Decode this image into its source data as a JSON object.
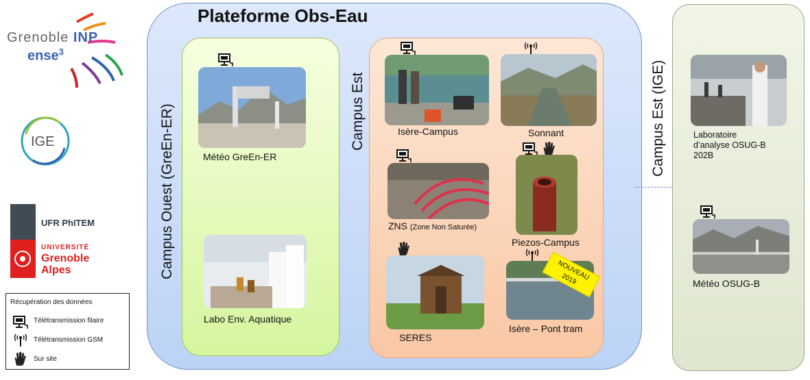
{
  "title": "Plateforme Obs-Eau",
  "logos": {
    "inp_line1": "Grenoble",
    "inp_line1b": "INP",
    "inp_line2": "ense",
    "inp_line2b": "3",
    "ige": "IGE",
    "ufr": "UFR PhITEM",
    "uga1": "UNIVERSITÉ",
    "uga2": "Grenoble",
    "uga3": "Alpes"
  },
  "groups": {
    "ouest": "Campus Ouest (GreEn-ER)",
    "est": "Campus Est",
    "ige": "Campus Est (IGE)"
  },
  "sites": {
    "meteo_green": "Météo GreEn-ER",
    "labo_env": "Labo Env. Aquatique",
    "isere_campus": "Isère-Campus",
    "sonnant": "Sonnant",
    "zns_main": "ZNS",
    "zns_sub": "(Zone Non Saturée)",
    "piezos": "Piezos-Campus",
    "seres": "SERES",
    "pont_tram": "Isère – Pont tram",
    "labo_osug_1": "Laboratoire",
    "labo_osug_2": "d’analyse OSUG-B",
    "labo_osug_3": "202B",
    "meteo_osug": "Météo OSUG-B"
  },
  "badge": {
    "line1": "NOUVEAU",
    "line2": "2019"
  },
  "legend": {
    "title": "Récupération des données",
    "filaire": "Télétransmission filaire",
    "gsm": "Télétransmission GSM",
    "site": "Sur site"
  },
  "icons": {
    "filaire": "computer-icon",
    "gsm": "antenna-icon",
    "site": "hand-icon"
  },
  "colors": {
    "main_panel": "#c9dbf8",
    "ouest_panel": "#e4f8bd",
    "est_panel": "#fbd6bb",
    "ige_panel": "#e8eddb",
    "badge": "#fff200"
  }
}
